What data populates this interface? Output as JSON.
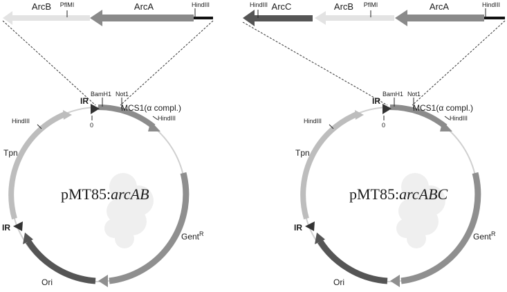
{
  "colors": {
    "arcA": "#8a8a8a",
    "arcB": "#e3e3e3",
    "arcC": "#555555",
    "mcs": "#8c8c8c",
    "tpn": "#bdbdbd",
    "gent": "#8f8f8f",
    "ori": "#555555",
    "ir": "#333333",
    "line": "#222222",
    "blob": "#efefef"
  },
  "left": {
    "title_prefix": "pMT85:",
    "title_gene": "arcAB",
    "bar": {
      "arcB": "ArcB",
      "pflmi": "PflMI",
      "arcA": "ArcA",
      "hindiii": "HindIII"
    },
    "map": {
      "ir_top": "IR",
      "ir_bottom": "IR",
      "zero": "0",
      "bamh1": "BamH1",
      "not1": "Not1",
      "mcs1": "MCS1(α compl.)",
      "hindiii_right": "HindIII",
      "hindiii_left": "HindIII",
      "tpn": "Tpn",
      "gent": "Gent",
      "gent_sup": "R",
      "ori": "Ori"
    }
  },
  "right": {
    "title_prefix": "pMT85:",
    "title_gene": "arcABC",
    "bar": {
      "hindiii_left": "HindIII",
      "arcC": "ArcC",
      "arcB": "ArcB",
      "pflmi": "PflMI",
      "arcA": "ArcA",
      "hindiii_right": "HindIII"
    },
    "map": {
      "ir_top": "IR",
      "ir_bottom": "IR",
      "zero": "0",
      "bamh1": "BamH1",
      "not1": "Not1",
      "mcs1": "MCS1(α compl.)",
      "hindiii_right": "HindIII",
      "hindiii_left": "HindIII",
      "tpn": "Tpn",
      "gent": "Gent",
      "gent_sup": "R",
      "ori": "Ori"
    }
  }
}
